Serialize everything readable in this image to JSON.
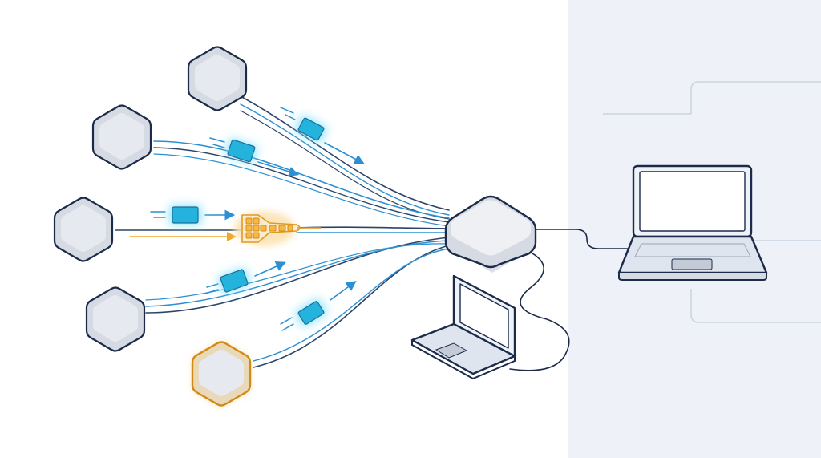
{
  "diagram": {
    "colors": {
      "background": "#ffffff",
      "panel": "#eef2f8",
      "panel_line": "#c9d3e0",
      "outline": "#1c2b4a",
      "node_fill": "#d5dae3",
      "node_top": "#e6e9ef",
      "node_shadow": "#c4cad6",
      "link_blue": "#2b8fd1",
      "link_dark": "#2d4468",
      "packet": "#23b3dc",
      "packet_glow": "#7fe0fb",
      "highlight": "#f0a72a",
      "highlight_fill": "#fbeacd",
      "laptop_screen": "#eef3fa"
    },
    "source_nodes": [
      {
        "name": "source-node-1",
        "state": "normal"
      },
      {
        "name": "source-node-2",
        "state": "normal"
      },
      {
        "name": "source-node-3",
        "state": "normal"
      },
      {
        "name": "source-node-4",
        "state": "normal"
      },
      {
        "name": "source-node-5",
        "state": "highlighted"
      }
    ],
    "data_packets": 5,
    "aggregated_bundle": {
      "state": "highlighted"
    },
    "hub": {
      "name": "central-hub"
    },
    "endpoints": [
      {
        "name": "laptop-front",
        "type": "laptop-icon"
      },
      {
        "name": "laptop-back",
        "type": "laptop-icon"
      }
    ],
    "background_panel": "right-side"
  }
}
